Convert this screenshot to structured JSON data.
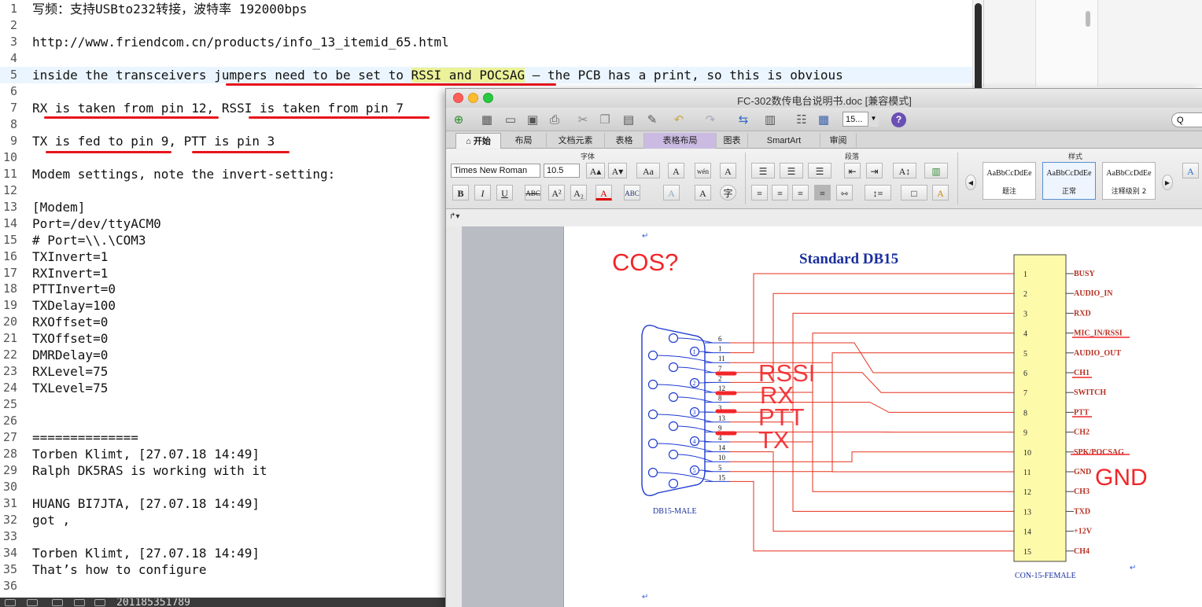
{
  "editor": {
    "lines": [
      {
        "num": "1",
        "text": "写频：支持USBto232转接，波特率 192000bps"
      },
      {
        "num": "2",
        "text": ""
      },
      {
        "num": "3",
        "text": "http://www.friendcom.cn/products/info_13_itemid_65.html"
      },
      {
        "num": "4",
        "text": ""
      },
      {
        "num": "5",
        "pre": "inside the transceivers jumpers need to be set to ",
        "highlight": "RSSI and POCSAG",
        "post": " – the PCB has a print, so this is obvious"
      },
      {
        "num": "6",
        "text": ""
      },
      {
        "num": "7",
        "text": "RX is taken from pin 12, RSSI is taken from pin 7"
      },
      {
        "num": "8",
        "text": ""
      },
      {
        "num": "9",
        "text": "TX is fed to pin 9, PTT is pin 3"
      },
      {
        "num": "10",
        "text": ""
      },
      {
        "num": "11",
        "text": "Modem settings, note the invert-setting:"
      },
      {
        "num": "12",
        "text": ""
      },
      {
        "num": "13",
        "text": "[Modem]"
      },
      {
        "num": "14",
        "text": "Port=/dev/ttyACM0"
      },
      {
        "num": "15",
        "text": "# Port=\\\\.\\COM3"
      },
      {
        "num": "16",
        "text": "TXInvert=1"
      },
      {
        "num": "17",
        "text": "RXInvert=1"
      },
      {
        "num": "18",
        "text": "PTTInvert=0"
      },
      {
        "num": "19",
        "text": "TXDelay=100"
      },
      {
        "num": "20",
        "text": "RXOffset=0"
      },
      {
        "num": "21",
        "text": "TXOffset=0"
      },
      {
        "num": "22",
        "text": "DMRDelay=0"
      },
      {
        "num": "23",
        "text": "RXLevel=75"
      },
      {
        "num": "24",
        "text": "TXLevel=75"
      },
      {
        "num": "25",
        "text": ""
      },
      {
        "num": "26",
        "text": ""
      },
      {
        "num": "27",
        "text": "=============="
      },
      {
        "num": "28",
        "text": "Torben Klimt, [27.07.18 14:49]"
      },
      {
        "num": "29",
        "text": "Ralph DK5RAS is working with it"
      },
      {
        "num": "30",
        "text": ""
      },
      {
        "num": "31",
        "text": "HUANG BI7JTA, [27.07.18 14:49]"
      },
      {
        "num": "32",
        "text": "got ,"
      },
      {
        "num": "33",
        "text": ""
      },
      {
        "num": "34",
        "text": "Torben Klimt, [27.07.18 14:49]"
      },
      {
        "num": "35",
        "text": "That’s how to configure"
      },
      {
        "num": "36",
        "text": ""
      }
    ],
    "status_text": "201185351789"
  },
  "word": {
    "title": "FC-302数传电台说明书.doc [兼容模式]",
    "zoom": "15...",
    "help_icon": "?",
    "search_icon": "Q",
    "tabs": [
      "开始",
      "布局",
      "文档元素",
      "表格",
      "表格布局",
      "图表",
      "SmartArt",
      "审阅"
    ],
    "groups": {
      "font": "字体",
      "paragraph": "段落",
      "styles": "样式"
    },
    "font_name": "Times New Roman",
    "font_size": "10.5",
    "font_buttons": [
      "B",
      "I",
      "U",
      "ABC",
      "A²",
      "A₂"
    ],
    "styles": [
      {
        "sample": "AaBbCcDdEe",
        "name": "题注"
      },
      {
        "sample": "AaBbCcDdEe",
        "name": "正常"
      },
      {
        "sample": "AaBbCcDdEe",
        "name": "注释级别 2"
      }
    ]
  },
  "diagram": {
    "title": "Standard DB15",
    "note": "COS?",
    "male_label": "DB15-MALE",
    "female_label": "CON-15-FEMALE",
    "male_pins": [
      "6",
      "1",
      "11",
      "7",
      "2",
      "12",
      "8",
      "3",
      "13",
      "9",
      "4",
      "14",
      "10",
      "5",
      "15"
    ],
    "male_circle_nums": [
      "1",
      "2",
      "3",
      "4",
      "5"
    ],
    "female_pins": [
      {
        "num": "1",
        "signal": "BUSY"
      },
      {
        "num": "2",
        "signal": "AUDIO_IN"
      },
      {
        "num": "3",
        "signal": "RXD"
      },
      {
        "num": "4",
        "signal": "MIC_IN/RSSI"
      },
      {
        "num": "5",
        "signal": "AUDIO_OUT"
      },
      {
        "num": "6",
        "signal": "CH1"
      },
      {
        "num": "7",
        "signal": "SWITCH"
      },
      {
        "num": "8",
        "signal": "PTT"
      },
      {
        "num": "9",
        "signal": "CH2"
      },
      {
        "num": "10",
        "signal": "SPK/POCSAG"
      },
      {
        "num": "11",
        "signal": "GND"
      },
      {
        "num": "12",
        "signal": "CH3"
      },
      {
        "num": "13",
        "signal": "TXD"
      },
      {
        "num": "14",
        "signal": "+12V"
      },
      {
        "num": "15",
        "signal": "CH4"
      }
    ],
    "annotations": [
      "RSSI",
      "RX",
      "PTT",
      "TX",
      "GND"
    ],
    "colors": {
      "wire": "#e5311c",
      "annotation": "#f2262a",
      "connector_blue": "#1f3bd0",
      "female_fill": "#fdfbaa",
      "title_blue": "#1a2e9c"
    }
  }
}
